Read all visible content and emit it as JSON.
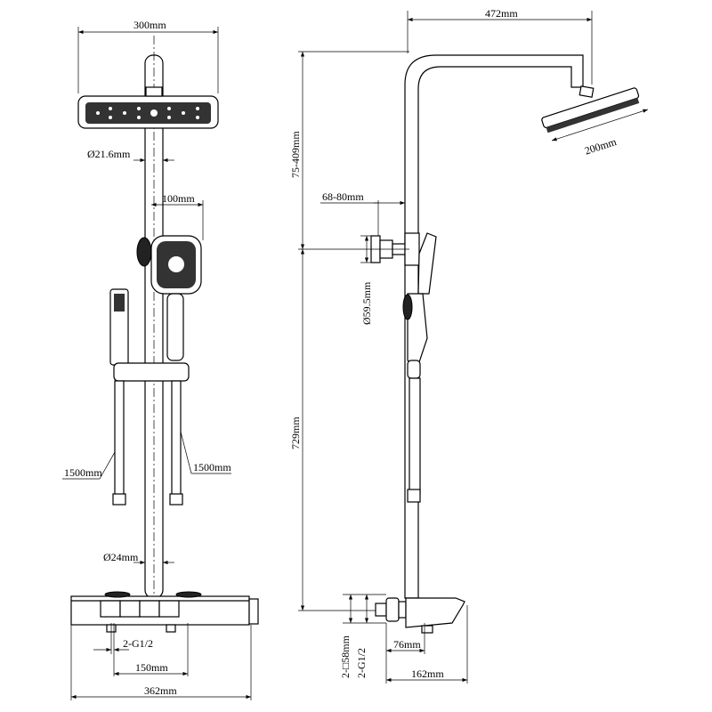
{
  "front_view": {
    "head_width": "300mm",
    "riser_diameter": "Ø21.6mm",
    "handshower_width": "100mm",
    "hose_left": "1500mm",
    "hose_right": "1500mm",
    "lower_pipe_diameter": "Ø24mm",
    "inlet_thread": "2-G1/2",
    "inlet_spacing": "150mm",
    "console_width": "362mm"
  },
  "side_view": {
    "arm_reach": "472mm",
    "height_adjust": "75-409mm",
    "head_diameter": "200mm",
    "eccentric_range": "68-80mm",
    "knob_diameter": "Ø59.5mm",
    "riser_height": "729mm",
    "flange_size": "2-□58mm",
    "inlet_thread": "2-G1/2",
    "spout_offset": "76mm",
    "spout_length": "162mm"
  }
}
